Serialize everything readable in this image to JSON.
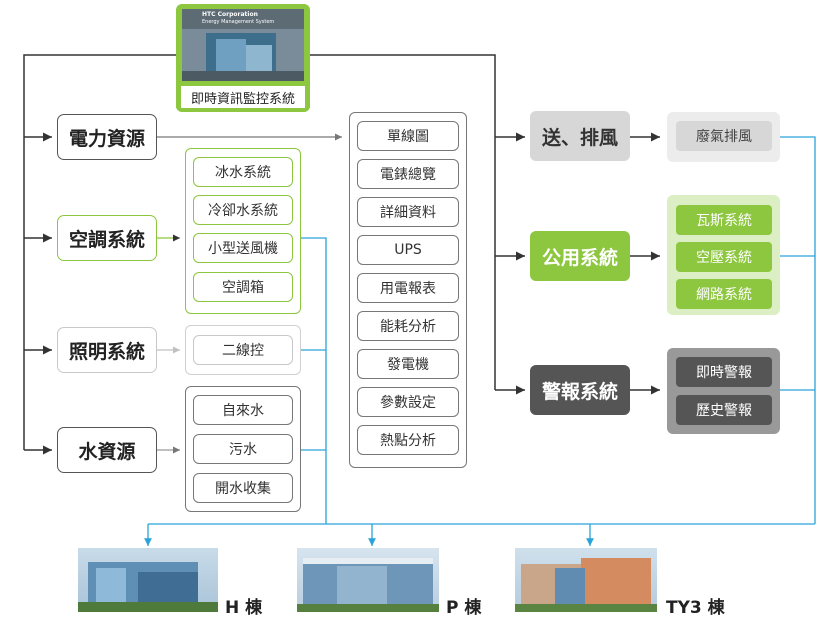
{
  "monitor": {
    "screen_title": "HTC Corporation",
    "screen_subtitle": "Energy Management System",
    "label": "即時資訊監控系統"
  },
  "left_systems": [
    {
      "label": "電力資源"
    },
    {
      "label": "空調系統",
      "items": [
        "冰水系統",
        "冷卻水系統",
        "小型送風機",
        "空調箱"
      ]
    },
    {
      "label": "照明系統",
      "items": [
        "二線控"
      ]
    },
    {
      "label": "水資源",
      "items": [
        "自來水",
        "污水",
        "開水收集"
      ]
    }
  ],
  "center_menu": [
    "單線圖",
    "電錶總覽",
    "詳細資料",
    "UPS",
    "用電報表",
    "能耗分析",
    "發電機",
    "參數設定",
    "熱點分析"
  ],
  "right_systems": [
    {
      "label": "送、排風",
      "items": [
        "廢氣排風"
      ]
    },
    {
      "label": "公用系統",
      "items": [
        "瓦斯系統",
        "空壓系統",
        "網路系統"
      ]
    },
    {
      "label": "警報系統",
      "items": [
        "即時警報",
        "歷史警報"
      ]
    }
  ],
  "buildings": [
    {
      "label": "H 棟"
    },
    {
      "label": "P 棟"
    },
    {
      "label": "TY3 棟"
    }
  ],
  "colors": {
    "line_dark": "#333333",
    "line_blue": "#29a3d9",
    "green": "#8dc63f",
    "gray": "#555555"
  }
}
